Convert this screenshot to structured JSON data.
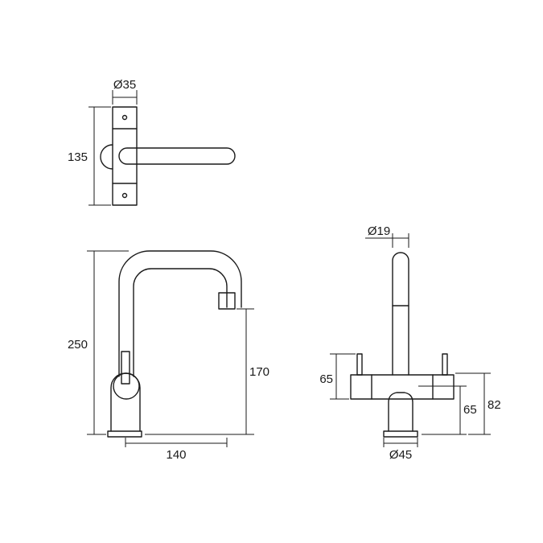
{
  "drawing": {
    "top_view": {
      "diameter_label": "Ø35",
      "length_label": "135"
    },
    "side_view": {
      "height_label": "250",
      "spout_height_label": "170",
      "reach_label": "140"
    },
    "front_view": {
      "spout_diameter_label": "Ø19",
      "handle_height_label": "65",
      "body_height_label": "65",
      "total_height_label": "82",
      "base_diameter_label": "Ø45"
    }
  }
}
